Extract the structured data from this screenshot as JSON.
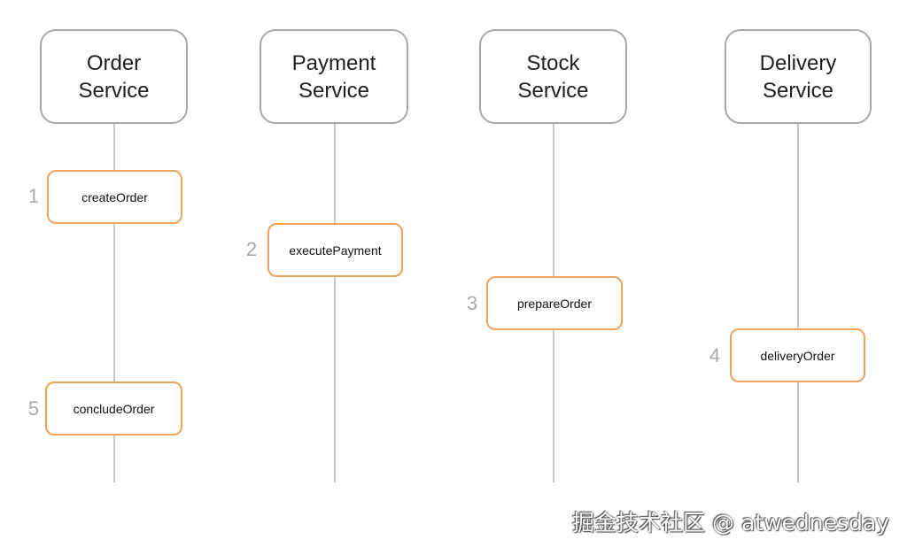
{
  "services": [
    {
      "line1": "Order",
      "line2": "Service"
    },
    {
      "line1": "Payment",
      "line2": "Service"
    },
    {
      "line1": "Stock",
      "line2": "Service"
    },
    {
      "line1": "Delivery",
      "line2": "Service"
    }
  ],
  "steps": [
    {
      "number": "1",
      "label": "createOrder"
    },
    {
      "number": "2",
      "label": "executePayment"
    },
    {
      "number": "3",
      "label": "prepareOrder"
    },
    {
      "number": "4",
      "label": "deliveryOrder"
    },
    {
      "number": "5",
      "label": "concludeOrder"
    }
  ],
  "colors": {
    "step_border": "#f0a15a",
    "service_border": "#a8a8a8",
    "lifeline": "#c9c9c9",
    "step_number": "#a9a9a9"
  },
  "watermark": "掘金技术社区 @ atwednesday"
}
